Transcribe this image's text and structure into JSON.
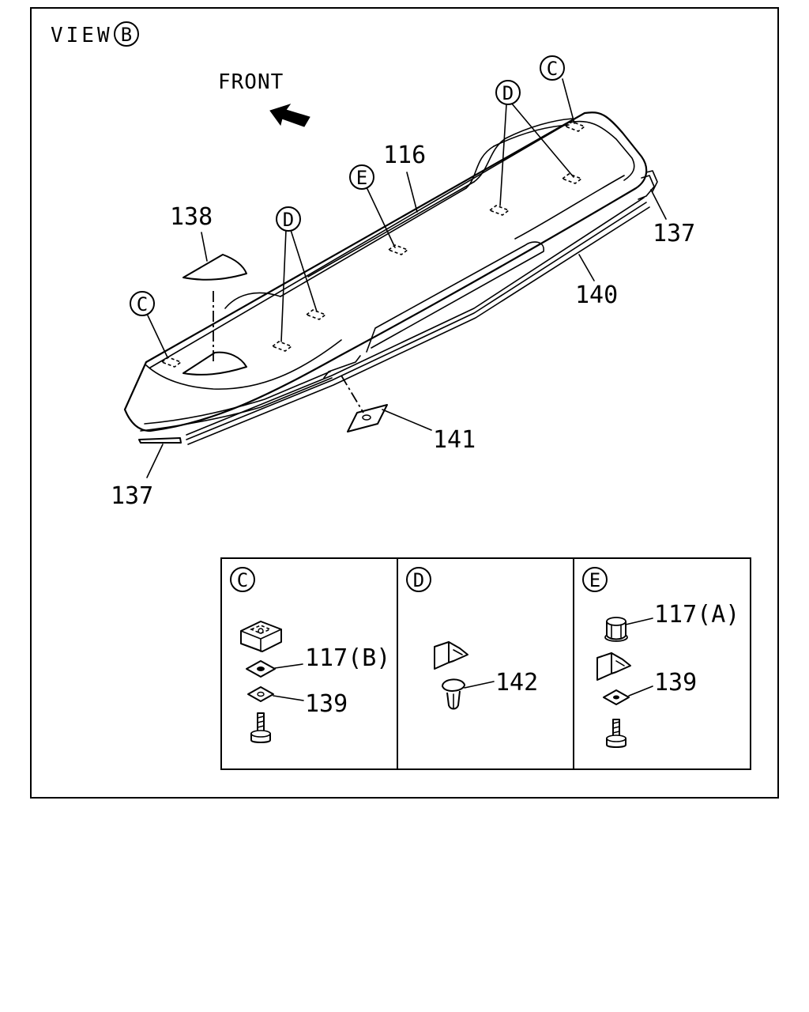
{
  "view": {
    "prefix": "VIEW",
    "letter": "B"
  },
  "front_label": "FRONT",
  "callouts": {
    "c_top": "C",
    "d_top": "D",
    "e_mid": "E",
    "d_left": "D",
    "c_left": "C"
  },
  "part_numbers": {
    "p116": "116",
    "p138": "138",
    "p137_right": "137",
    "p140": "140",
    "p141": "141",
    "p137_left": "137"
  },
  "details": {
    "c": {
      "letter": "C",
      "label_a": "117(B)",
      "label_b": "139"
    },
    "d": {
      "letter": "D",
      "label_a": "142"
    },
    "e": {
      "letter": "E",
      "label_a": "117(A)",
      "label_b": "139"
    }
  }
}
